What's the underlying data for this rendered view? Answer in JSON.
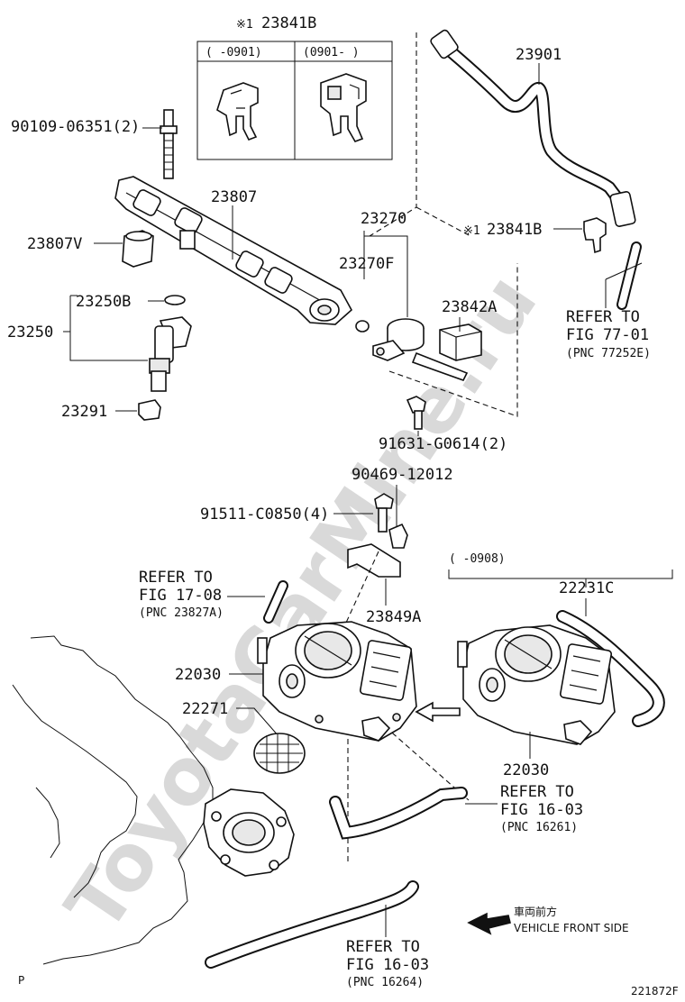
{
  "watermark": "ToyotaCarMine.ru",
  "inset": {
    "marker": "※1",
    "part": "23841B",
    "col_left": "(    -0901)",
    "col_right": "(0901-     )"
  },
  "labels": {
    "p23901": "23901",
    "p90109": "90109-06351(2)",
    "p23807": "23807",
    "p23807v": "23807V",
    "p23270": "23270",
    "p23270f": "23270F",
    "p23841b_marker": "※1",
    "p23841b": "23841B",
    "p23250b": "23250B",
    "p23250": "23250",
    "p23842a": "23842A",
    "p23291": "23291",
    "p91631": "91631-G0614(2)",
    "p90469": "90469-12012",
    "p91511": "91511-C0850(4)",
    "p23849a": "23849A",
    "p22231c": "22231C",
    "p22030_left": "22030",
    "p22271": "22271",
    "p22030_right": "22030",
    "date_range": "(    -0908)",
    "footer_p": "P",
    "footer_code": "221872F"
  },
  "refs": {
    "fig77": {
      "line1": "REFER TO",
      "line2": "FIG 77-01",
      "line3": "(PNC 77252E)"
    },
    "fig17": {
      "line1": "REFER TO",
      "line2": "FIG 17-08",
      "line3": "(PNC 23827A)"
    },
    "fig16a": {
      "line1": "REFER TO",
      "line2": "FIG 16-03",
      "line3": "(PNC 16261)"
    },
    "fig16b": {
      "line1": "REFER TO",
      "line2": "FIG 16-03",
      "line3": "(PNC 16264)"
    }
  },
  "front_side": {
    "jp": "車両前方",
    "en": "VEHICLE FRONT SIDE"
  }
}
